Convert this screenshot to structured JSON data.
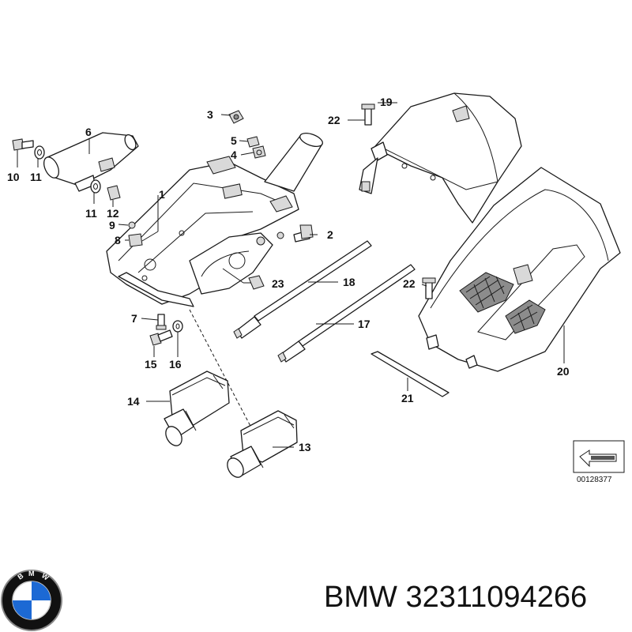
{
  "diagram": {
    "part_numbers": [
      "1",
      "2",
      "3",
      "4",
      "5",
      "6",
      "7",
      "8",
      "9",
      "10",
      "11",
      "11",
      "12",
      "13",
      "14",
      "15",
      "16",
      "17",
      "18",
      "19",
      "20",
      "21",
      "22",
      "22",
      "23"
    ],
    "reference_code": "00128377"
  },
  "footer": {
    "brand": "BMW",
    "part_number": "32311094266",
    "logo_icon": "bmw-roundel-logo",
    "logo_letters": "BMW"
  },
  "colors": {
    "line": "#1a1a1a",
    "logo_blue": "#1c69d4",
    "logo_ring": "#111111"
  }
}
